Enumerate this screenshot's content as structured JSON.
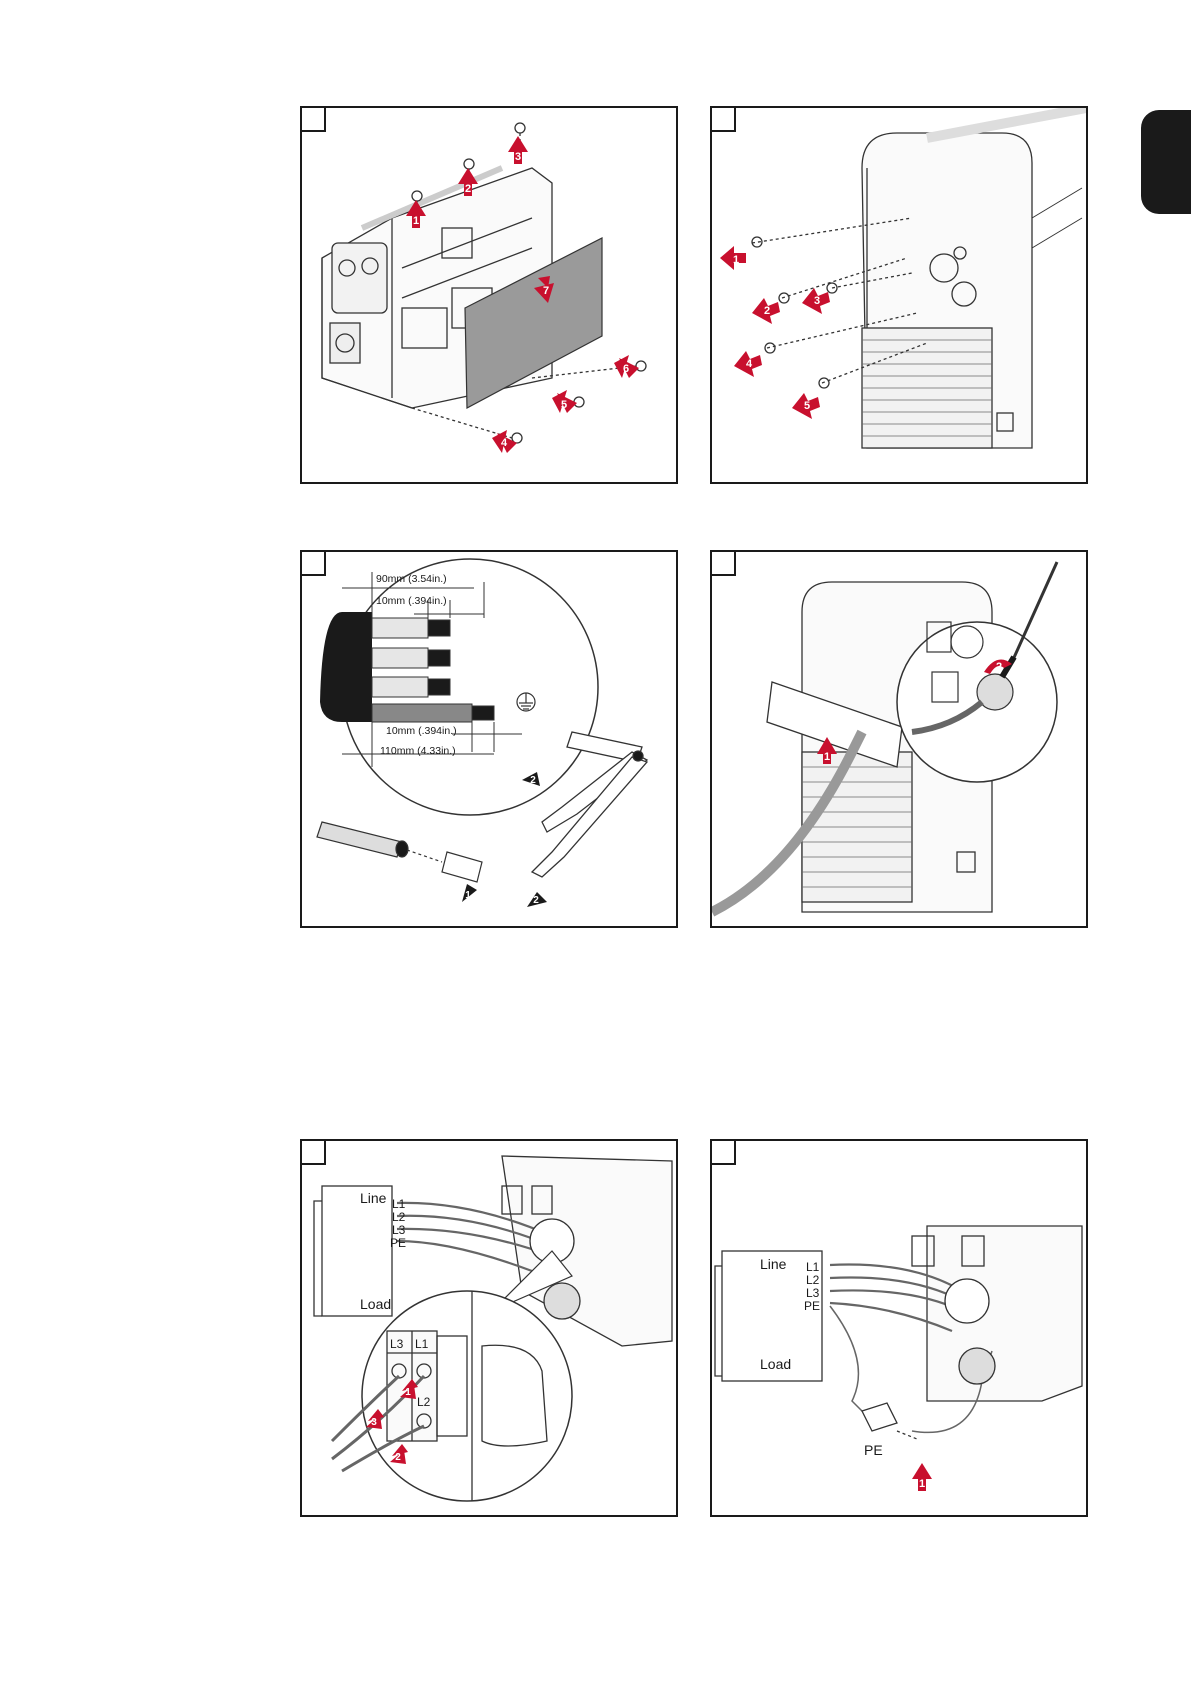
{
  "dimensions": {
    "overall_length": "90mm (3.54in.)",
    "strip_length": "10mm (.394in.)",
    "pe_strip_length": "10mm (.394in.)",
    "pe_overall_length": "110mm (4.33in.)"
  },
  "terminal_labels": {
    "line": "Line",
    "load": "Load",
    "l1": "L1",
    "l2": "L2",
    "l3": "L3",
    "pe": "PE"
  },
  "step_numbers": {
    "s1": "1",
    "s2": "2",
    "s3": "3",
    "s4": "4",
    "s5": "5",
    "s6": "6",
    "s7": "7"
  },
  "colors": {
    "accent_red": "#c8102e",
    "panel_gray": "#9a9a9a",
    "tab_black": "#1a1a1a"
  }
}
